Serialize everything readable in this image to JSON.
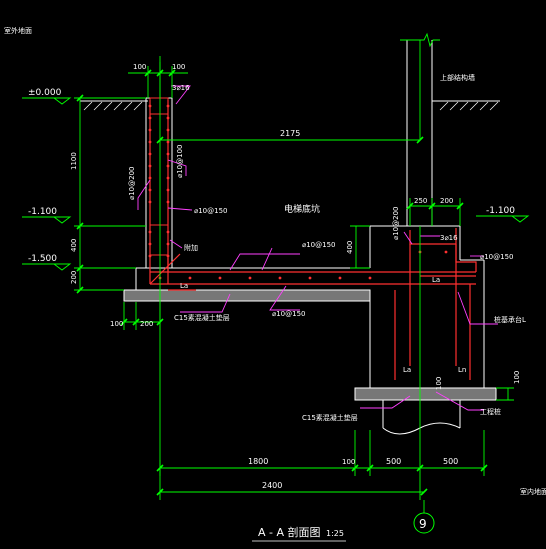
{
  "drawing": {
    "title": "A - A 剖面图",
    "scale": "1:25",
    "circle_label": "9",
    "top_left_note": "室外地面",
    "bottom_right_note": "室内地面",
    "colors": {
      "background": "#000000",
      "dimension": "#00ff00",
      "outline": "#ffffff",
      "rebar": "#ff3030",
      "leader": "#ff40ff",
      "text": "#ffffff",
      "callout": "#ffff00",
      "cyan": "#00ffff"
    }
  },
  "elevations": {
    "ground": "±0.000",
    "left_mid": "-1.100",
    "left_bottom": "-1.500",
    "right_mid": "-1.100"
  },
  "dimensions": {
    "top_100_left": "100",
    "top_100_right": "100",
    "span_2175": "2175",
    "left_1100": "1100",
    "left_400": "400",
    "left_200": "200",
    "bot_100": "100",
    "bot_200": "200",
    "pit_250": "250",
    "pit_200": "200",
    "pit_400": "400",
    "right_100": "100",
    "bottom_1800": "1800",
    "bottom_100": "100",
    "bottom_500a": "500",
    "bottom_500b": "500",
    "bottom_2400": "2400"
  },
  "labels": {
    "rebar_3c16_left": "3⌀16",
    "rebar_3c16_right": "3⌀16",
    "stirrup_left_200": "⌀10@200",
    "stirrup_left_100": "⌀10@100",
    "stirrup_left_150": "⌀10@150",
    "stirrup_right_200": "⌀10@200",
    "stirrup_right_150": "⌀10@150",
    "slab_bar_top": "⌀10@150",
    "slab_bar_bottom": "⌀10@150",
    "anchor_la_left": "La",
    "anchor_la_right": "La",
    "anchor_la_pile": "La",
    "anchor_ln_pile": "Ln",
    "corner_bar": "附加",
    "pit_name": "电梯底坑",
    "top_right_wall": "上部结构墙",
    "pile_cap": "桩基承台L",
    "pile": "工程桩",
    "cushion_left": "C15素混凝土垫层",
    "cushion_right": "C15素混凝土垫层",
    "pile_offset": "100"
  }
}
